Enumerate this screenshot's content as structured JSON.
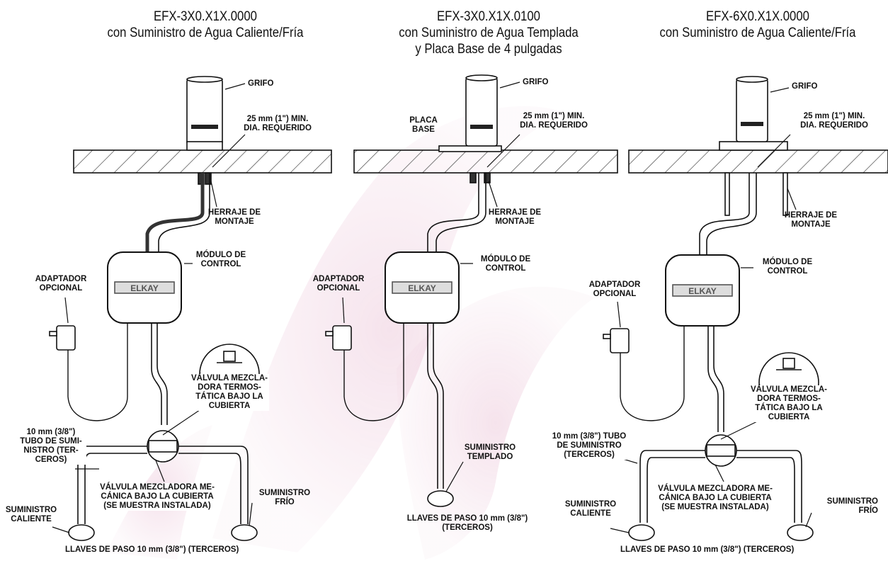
{
  "colors": {
    "watermark": "#c24a86",
    "line": "#111111",
    "counter_hatch": "#444444"
  },
  "panels": [
    {
      "title_lines": [
        "EFX-3X0.X1X.0000",
        "con Suministro de Agua Caliente/Fría"
      ],
      "labels": {
        "grifo": "GRIFO",
        "dia": [
          "25 mm (1\") MIN.",
          "DIA. REQUERIDO"
        ],
        "herraje": [
          "HERRAJE DE",
          "MONTAJE"
        ],
        "modulo": [
          "MÓDULO DE",
          "CONTROL"
        ],
        "adaptador": [
          "ADAPTADOR",
          "OPCIONAL"
        ],
        "valvula_termo": [
          "VÁLVULA MEZCLA-",
          "DORA TERMOS-",
          "TÁTICA BAJO LA",
          "CUBIERTA"
        ],
        "tubo": [
          "10 mm (3/8\")",
          "TUBO DE SUMI-",
          "NISTRO (TER-",
          "CEROS)"
        ],
        "valvula_mec": [
          "VÁLVULA MEZCLADORA ME-",
          "CÁNICA BAJO LA CUBIERTA",
          "(SE MUESTRA INSTALADA)"
        ],
        "caliente": [
          "SUMINISTRO",
          "CALIENTE"
        ],
        "frio": [
          "SUMINISTRO",
          "FRÍO"
        ],
        "llaves": "LLAVES DE PASO 10 mm (3/8\") (TERCEROS)"
      }
    },
    {
      "title_lines": [
        "EFX-3X0.X1X.0100",
        "con Suministro de Agua Templada",
        "y Placa Base de 4 pulgadas"
      ],
      "labels": {
        "grifo": "GRIFO",
        "placa": [
          "PLACA",
          "BASE"
        ],
        "dia": [
          "25 mm (1\") MIN.",
          "DIA. REQUERIDO"
        ],
        "herraje": [
          "HERRAJE DE",
          "MONTAJE"
        ],
        "modulo": [
          "MÓDULO DE",
          "CONTROL"
        ],
        "adaptador": [
          "ADAPTADOR",
          "OPCIONAL"
        ],
        "templado": [
          "SUMINISTRO",
          "TEMPLADO"
        ],
        "llaves": [
          "LLAVES DE PASO 10 mm (3/8\")",
          "(TERCEROS)"
        ]
      }
    },
    {
      "title_lines": [
        "EFX-6X0.X1X.0000",
        "con Suministro de Agua Caliente/Fría"
      ],
      "labels": {
        "grifo": "GRIFO",
        "dia": [
          "25 mm (1\") MIN.",
          "DIA. REQUERIDO"
        ],
        "herraje": [
          "HERRAJE DE",
          "MONTAJE"
        ],
        "modulo": [
          "MÓDULO DE",
          "CONTROL"
        ],
        "adaptador": [
          "ADAPTADOR",
          "OPCIONAL"
        ],
        "valvula_termo": [
          "VÁLVULA MEZCLA-",
          "DORA TERMOS-",
          "TÁTICA BAJO LA",
          "CUBIERTA"
        ],
        "tubo": [
          "10 mm (3/8\") TUBO",
          "DE SUMINISTRO",
          "(TERCEROS)"
        ],
        "valvula_mec": [
          "VÁLVULA MEZCLADORA ME-",
          "CÁNICA BAJO LA CUBIERTA",
          "(SE MUESTRA INSTALADA)"
        ],
        "caliente": [
          "SUMINISTRO",
          "CALIENTE"
        ],
        "frio": [
          "SUMINISTRO",
          "FRÍO"
        ],
        "llaves": "LLAVES DE PASO 10 mm (3/8\") (TERCEROS)"
      }
    }
  ],
  "brand_logo_text": "ELKAY"
}
